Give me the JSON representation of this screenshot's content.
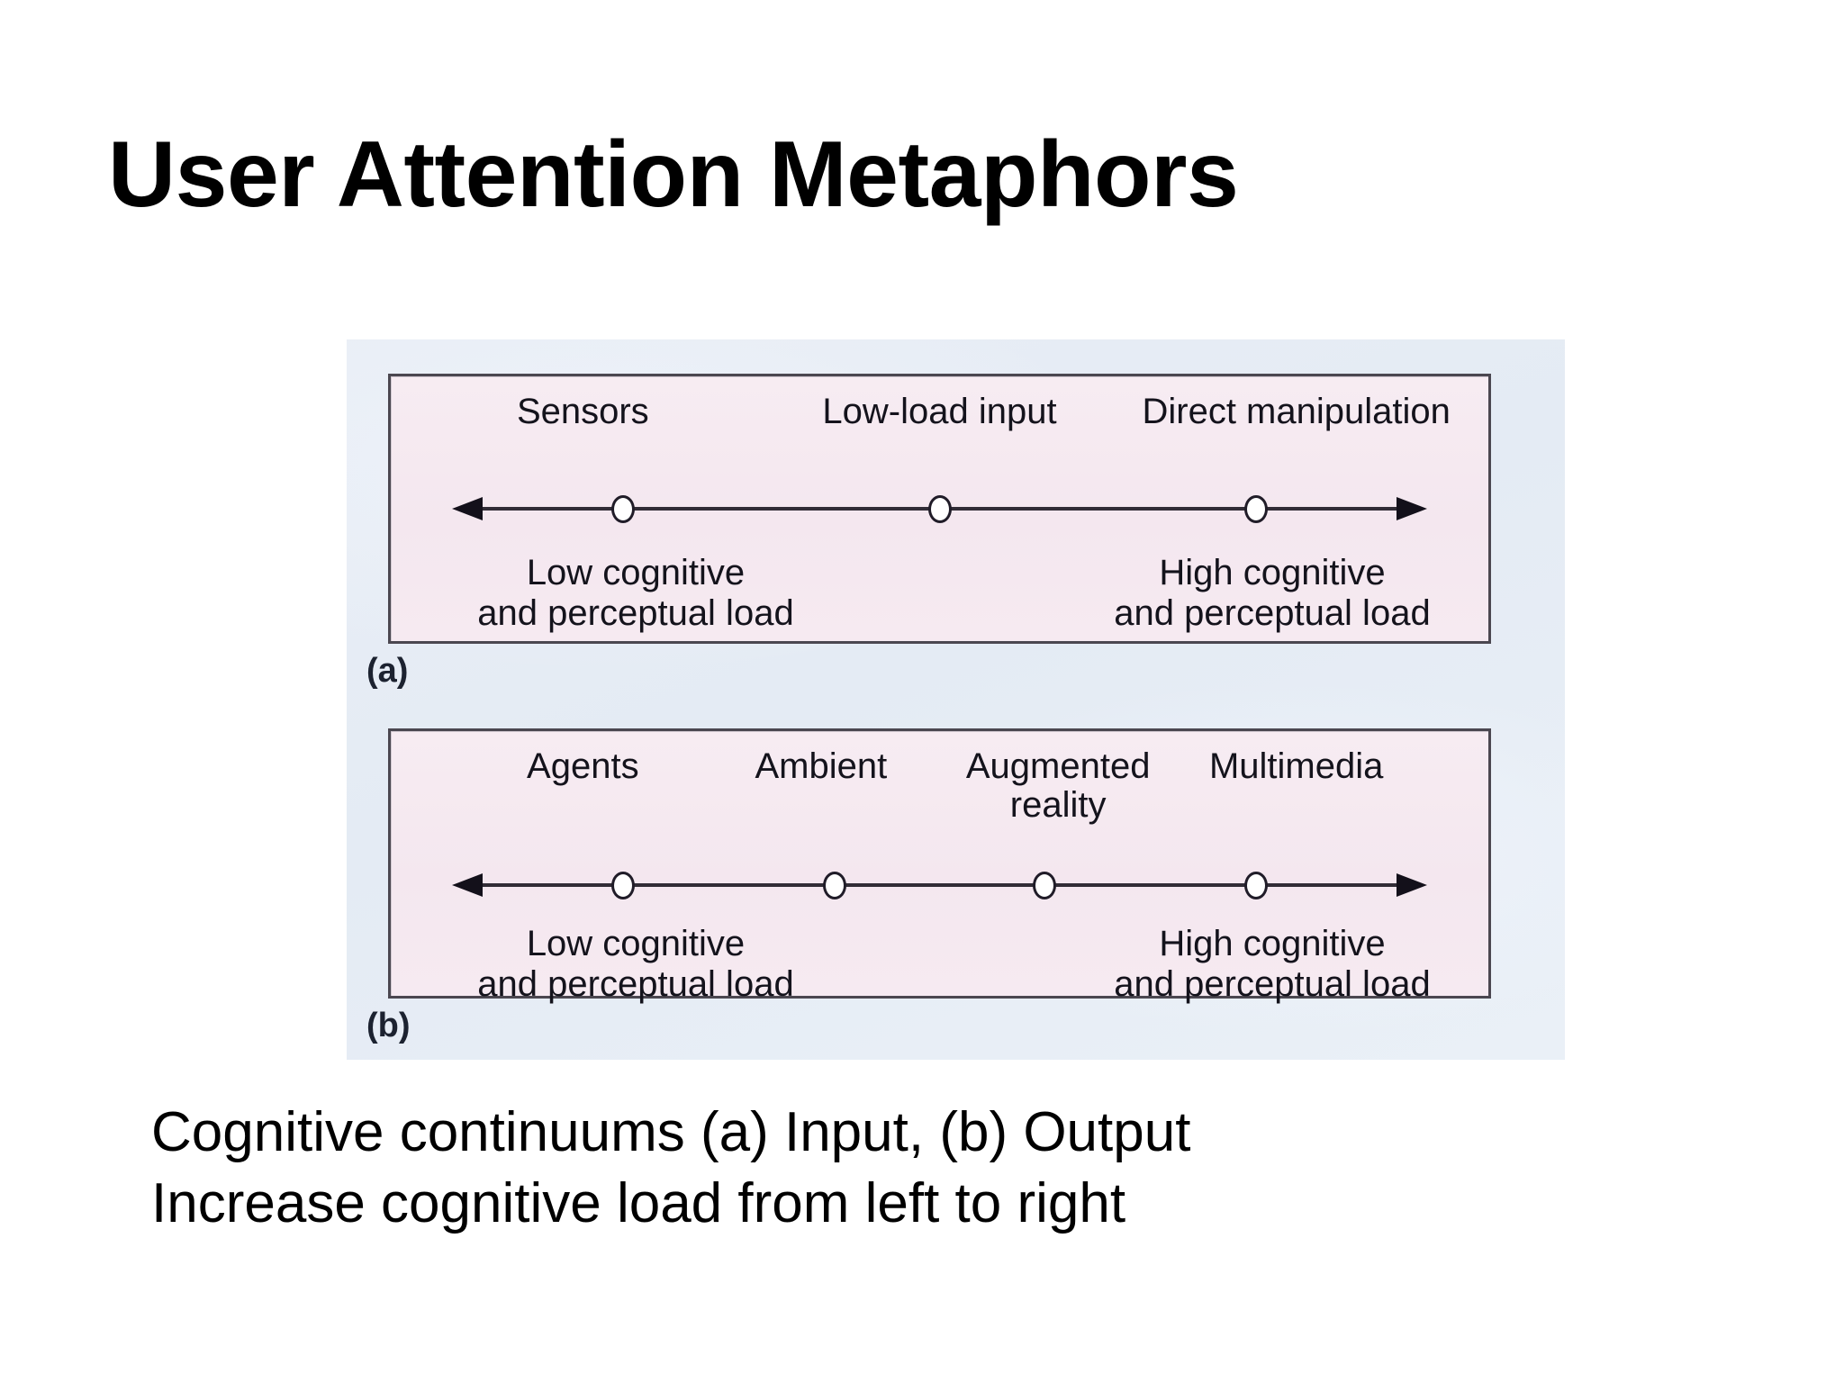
{
  "slide": {
    "title": "User Attention Metaphors"
  },
  "figure": {
    "panel_a": {
      "tag": "(a)",
      "nodes": [
        {
          "label": "Sensors",
          "x_pct": 17.5
        },
        {
          "label": "Low-load input",
          "x_pct": 50.0
        },
        {
          "label": "Direct manipulation",
          "x_pct": 82.5
        }
      ],
      "left_caption": "Low cognitive\nand perceptual load",
      "right_caption": "High cognitive\nand perceptual load"
    },
    "panel_b": {
      "tag": "(b)",
      "nodes": [
        {
          "label": "Agents",
          "x_pct": 17.5
        },
        {
          "label": "Ambient",
          "x_pct": 39.2
        },
        {
          "label": "Augmented\nreality",
          "x_pct": 60.8
        },
        {
          "label": "Multimedia",
          "x_pct": 82.5
        }
      ],
      "left_caption": "Low cognitive\nand perceptual load",
      "right_caption": "High cognitive\nand perceptual load"
    },
    "colors": {
      "mount_background": "#e7edf6",
      "panel_background": "#f6eaf1",
      "panel_border": "#4b4750",
      "axis": "#312c36",
      "node_fill": "#ffffff",
      "text": "#14131c"
    }
  },
  "caption": {
    "line1": "Cognitive continuums (a) Input, (b) Output",
    "line2": "Increase cognitive load from left to right"
  }
}
